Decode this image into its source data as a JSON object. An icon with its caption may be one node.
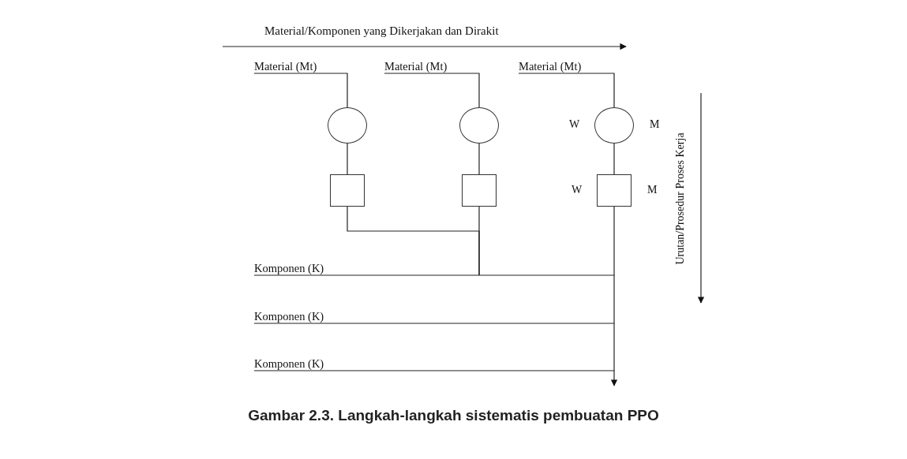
{
  "diagram": {
    "caption": "Gambar 2.3. Langkah-langkah sistematis pembuatan PPO",
    "nodes": [
      {
        "text": [
          "Material (Mt)"
        ]
      },
      {
        "text": [
          "Material (Mt)"
        ]
      },
      {
        "text": [
          "Material (Mt)"
        ]
      },
      {
        "text": [],
        "shape": "circle"
      },
      {
        "text": [],
        "shape": "circle"
      },
      {
        "text": [],
        "shape": "circle",
        "beside": [
          "W",
          "M"
        ]
      },
      {
        "text": [],
        "shape": "box"
      },
      {
        "text": [],
        "shape": "box"
      },
      {
        "text": [],
        "shape": "box",
        "beside": [
          "W",
          "M"
        ]
      },
      {
        "text": [
          "Komponen (K)"
        ]
      },
      {
        "text": [
          "Komponen (K)"
        ]
      },
      {
        "text": [
          "Komponen (K)"
        ]
      }
    ],
    "edges": [
      {
        "from": 0,
        "to": 3,
        "arrow": "none"
      },
      {
        "from": 1,
        "to": 4,
        "arrow": "none"
      },
      {
        "from": 2,
        "to": 5,
        "arrow": "none"
      },
      {
        "from": 3,
        "to": 6,
        "arrow": "none"
      },
      {
        "from": 4,
        "to": 7,
        "arrow": "none"
      },
      {
        "from": 5,
        "to": 8,
        "arrow": "none"
      },
      {
        "from": 6,
        "to": null,
        "arrow": "none"
      },
      {
        "from": 7,
        "to": null,
        "arrow": "none"
      },
      {
        "from": 8,
        "to": null,
        "arrow": "to"
      },
      {
        "from": 9,
        "to": null,
        "arrow": "none"
      },
      {
        "from": 10,
        "to": null,
        "arrow": "none"
      },
      {
        "from": 11,
        "to": null,
        "arrow": "none"
      }
    ],
    "labels": [
      "Material/Komponen yang Dikerjakan dan Dirakit",
      "Urutan/Prosedur Proses Kerja"
    ]
  }
}
